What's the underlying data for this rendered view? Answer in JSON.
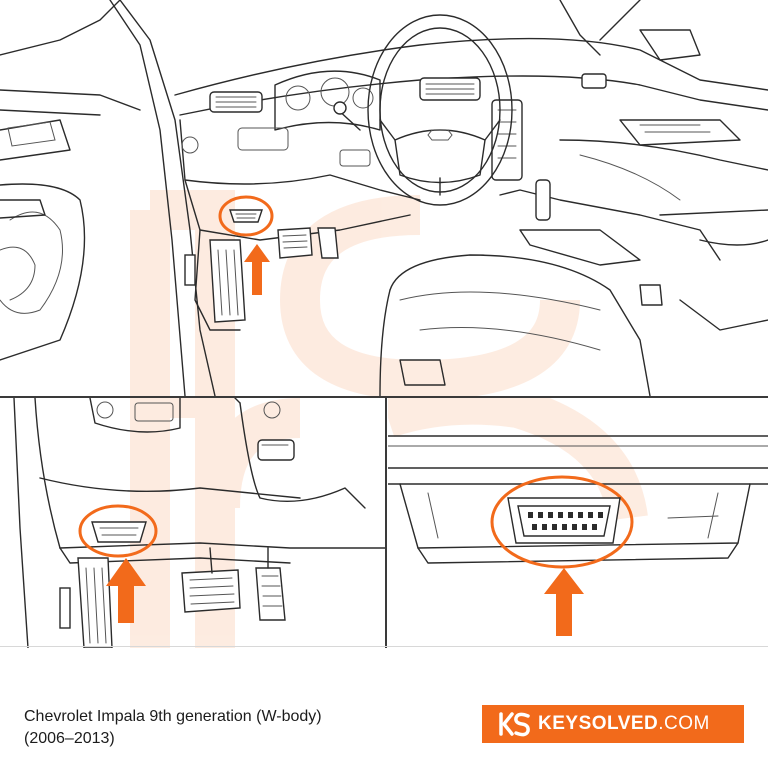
{
  "caption": {
    "line1": "Chevrolet Impala 9th generation (W-body)",
    "line2": "(2006–2013)"
  },
  "brand": {
    "name": "KEYSOLVED",
    "tld": ".COM",
    "logo_text": "KS"
  },
  "colors": {
    "accent": "#f26a1b",
    "line": "#2b2b2b",
    "background": "#ffffff"
  },
  "icons": {
    "arrow": "up-arrow-icon",
    "obd_port": "obd2-port-icon",
    "logo": "keysolved-logo-icon"
  }
}
